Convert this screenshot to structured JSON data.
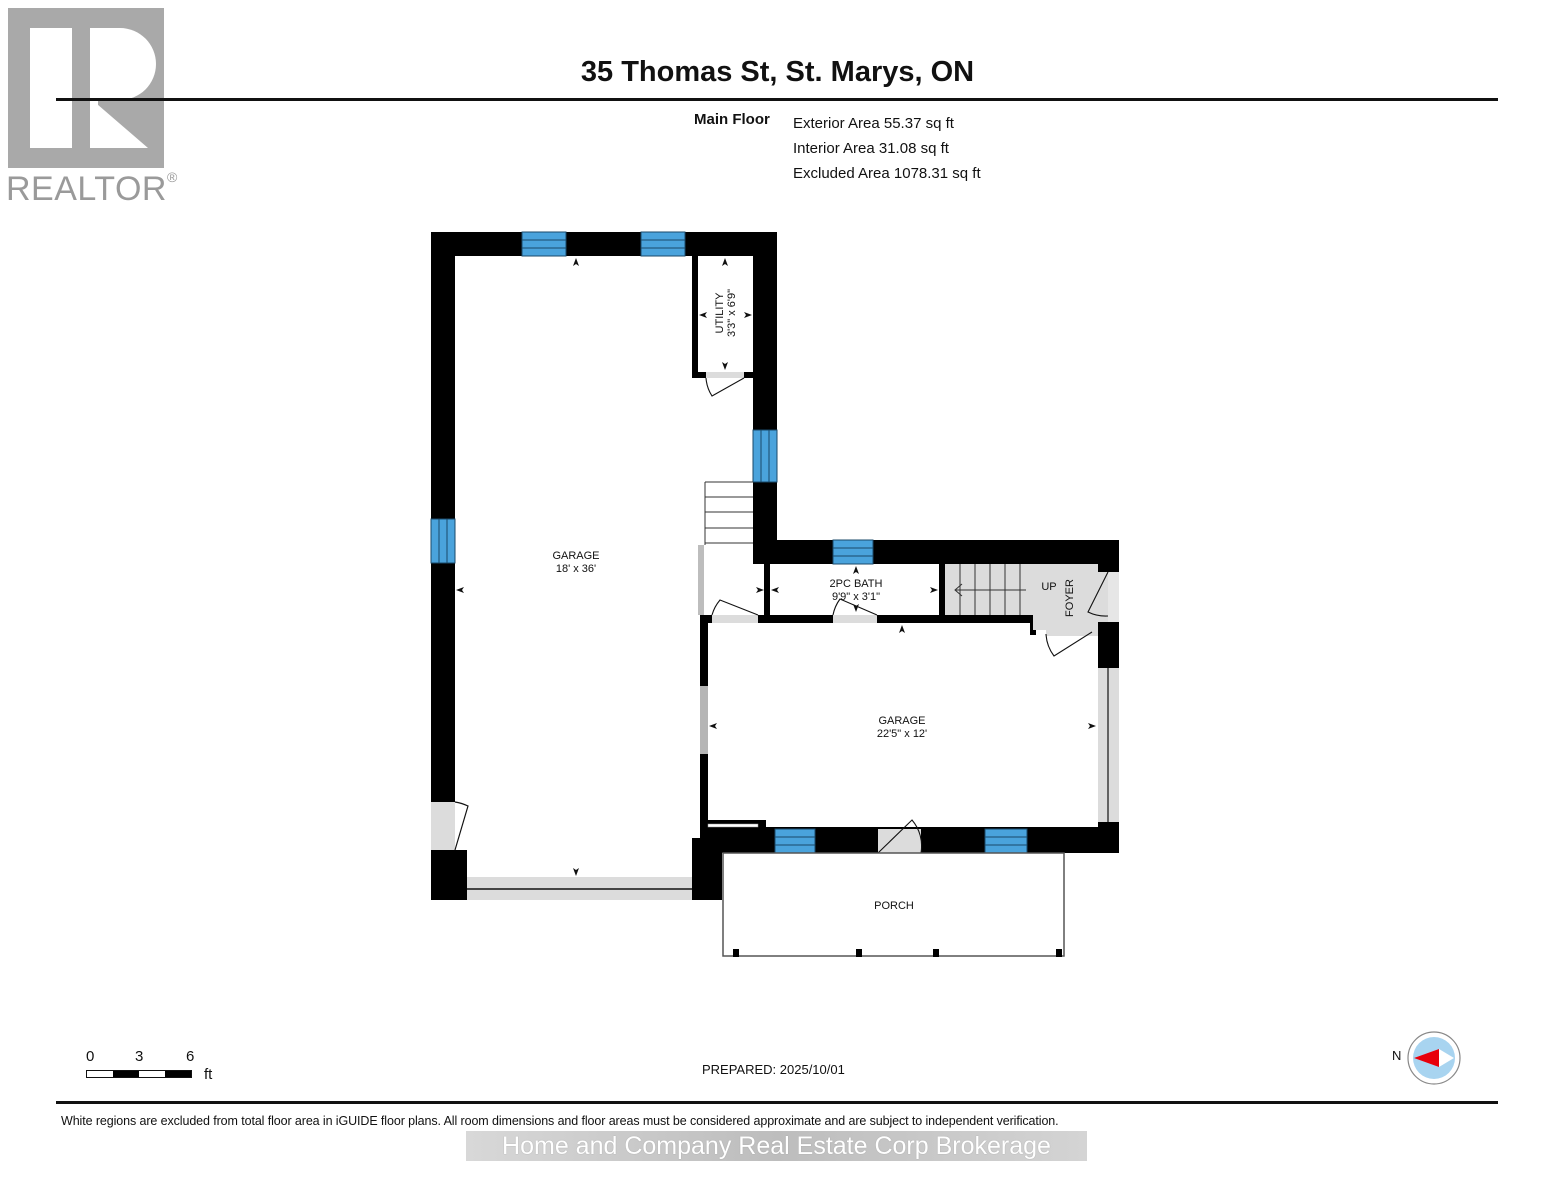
{
  "logo": {
    "brand": "REALTOR",
    "mark": "®",
    "color": "#a9a9a9"
  },
  "header": {
    "title": "35 Thomas St, St. Marys, ON"
  },
  "floor_summary": {
    "floor_name": "Main Floor",
    "areas": [
      "Exterior Area 55.37 sq ft",
      "Interior Area 31.08 sq ft",
      "Excluded Area 1078.31 sq ft"
    ]
  },
  "rooms": [
    {
      "name": "GARAGE",
      "dims": "18' x 36'"
    },
    {
      "name": "UTILITY",
      "dims": "3'3\" x 6'9\""
    },
    {
      "name": "2PC BATH",
      "dims": "9'9\" x 3'1\""
    },
    {
      "name": "FOYER",
      "dims": ""
    },
    {
      "name": "GARAGE",
      "dims": "22'5\" x 12'"
    },
    {
      "name": "PORCH",
      "dims": ""
    }
  ],
  "stairs_label": "UP",
  "colors": {
    "wall": "#000000",
    "window": "#4aa3dc",
    "opening": "#dcdcdc",
    "compass_ring": "#a8d4f0",
    "compass_needle": "#e8000b"
  },
  "scale": {
    "ticks": [
      "0",
      "3",
      "6"
    ],
    "unit": "ft"
  },
  "prepared": "PREPARED: 2025/10/01",
  "compass": {
    "label": "N"
  },
  "footer": {
    "disclaimer": "White regions are excluded from total floor area in iGUIDE floor plans. All room dimensions and floor areas must be considered approximate and are subject to independent verification.",
    "brokerage": "Home and Company Real Estate Corp Brokerage"
  }
}
